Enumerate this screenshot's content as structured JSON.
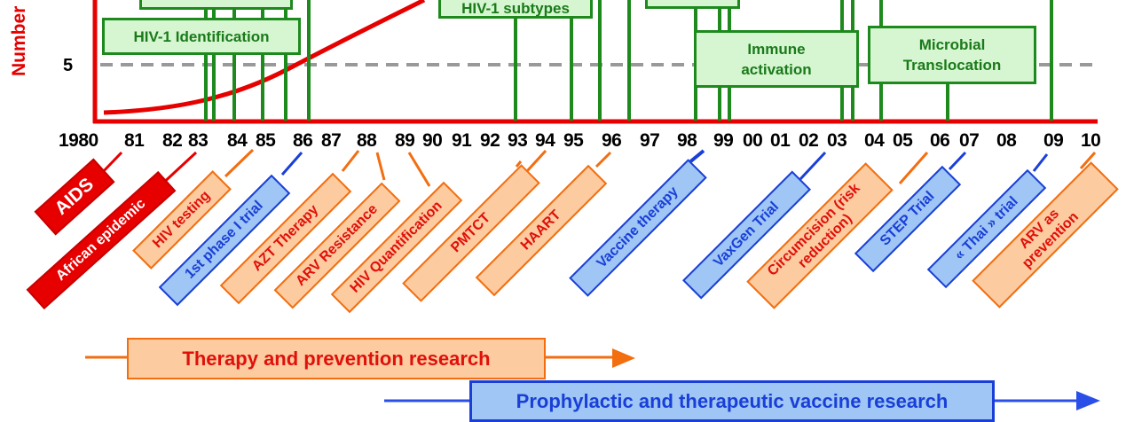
{
  "axis": {
    "ylabel": "Number",
    "tick_5": "5",
    "years": [
      "1980",
      "81",
      "82",
      "83",
      "84",
      "85",
      "86",
      "87",
      "88",
      "89",
      "90",
      "91",
      "92",
      "93",
      "94",
      "95",
      "96",
      "97",
      "98",
      "99",
      "00",
      "01",
      "02",
      "03",
      "04",
      "05",
      "06",
      "07",
      "08",
      "09",
      "10"
    ]
  },
  "green_boxes": {
    "hiv1_identification": "HIV-1 Identification",
    "hiv1_subtypes": "HIV-1 subtypes",
    "immune_activation": [
      "Immune",
      "activation"
    ],
    "microbial_translocation": [
      "Microbial",
      "Translocation"
    ]
  },
  "events": {
    "aids": "AIDS",
    "african_epidemic": "African epidemic",
    "hiv_testing": "HIV testing",
    "phase1_trial": "1st phase I trial",
    "azt_therapy": "AZT Therapy",
    "arv_resistance": "ARV Resistance",
    "hiv_quantification": "HIV Quantification",
    "pmtct": "PMTCT",
    "haart": "HAART",
    "vaccine_therapy": "Vaccine therapy",
    "vaxgen_trial": "VaxGen Trial",
    "circumcision": [
      "Circumcision (risk",
      "reduction)"
    ],
    "step_trial": "STEP Trial",
    "thai_trial": "« Thai » trial",
    "arv_prevention": [
      "ARV as",
      "prevention"
    ]
  },
  "bars": {
    "therapy": "Therapy and prevention research",
    "vaccine": "Prophylactic and therapeutic vaccine research"
  },
  "colors": {
    "red": "#e60000",
    "green": "#1e8a1e",
    "orange": "#f26e10",
    "blue": "#1a3fd8"
  }
}
